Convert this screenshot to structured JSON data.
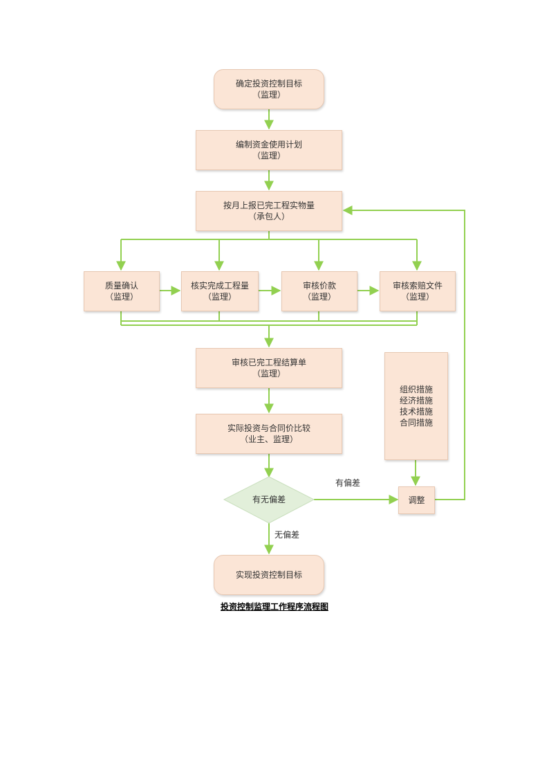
{
  "diagram": {
    "nodes": {
      "goal": {
        "line1": "确定投资控制目标",
        "line2": "（监理）"
      },
      "plan": {
        "line1": "编制资金使用计划",
        "line2": "（监理）"
      },
      "report": {
        "line1": "按月上报已完工程实物量",
        "line2": "（承包人）"
      },
      "quality": {
        "line1": "质量确认",
        "line2": "（监理）"
      },
      "verify": {
        "line1": "核实完成工程量",
        "line2": "（监理）"
      },
      "price": {
        "line1": "审核价款",
        "line2": "（监理）"
      },
      "claim": {
        "line1": "审核索赔文件",
        "line2": "（监理）"
      },
      "settle": {
        "line1": "审核已完工程结算单",
        "line2": "（监理）"
      },
      "compare": {
        "line1": "实际投资与合同价比较",
        "line2": "（业主、监理）"
      },
      "decision": {
        "label": "有无偏差"
      },
      "measures": {
        "lines": [
          "组织措施",
          "经济措施",
          "技术措施",
          "合同措施"
        ]
      },
      "adjust": {
        "label": "调整"
      },
      "achieve": {
        "label": "实现投资控制目标"
      }
    },
    "edge_labels": {
      "yes": "有偏差",
      "no": "无偏差"
    },
    "colors": {
      "box_fill": "#fbe5d6",
      "diamond_fill": "#e2efda",
      "connector": "#92d050"
    }
  },
  "caption": "投资控制监理工作程序流程图"
}
